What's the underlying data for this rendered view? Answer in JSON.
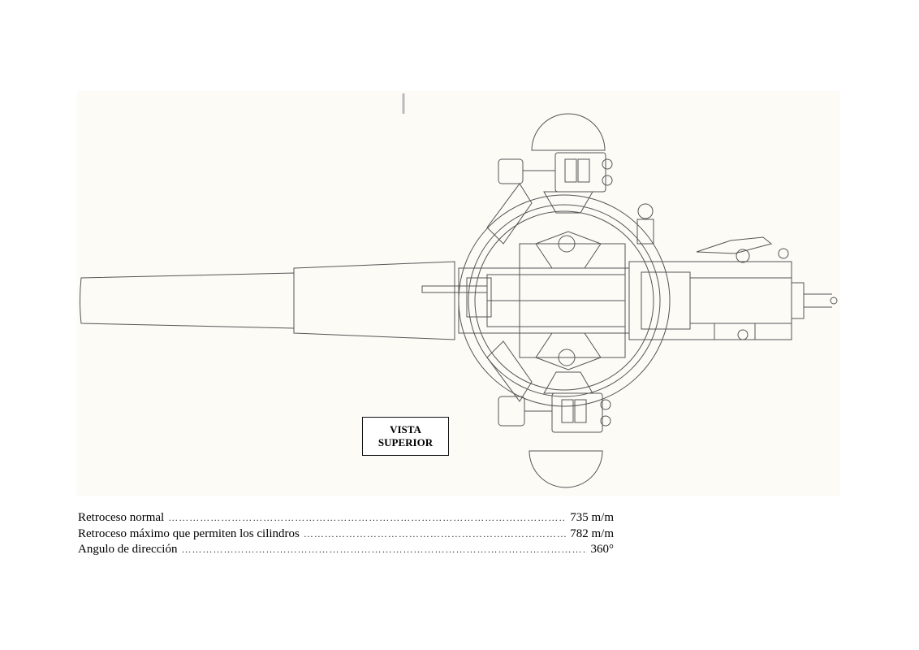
{
  "view_label": {
    "line1": "VISTA",
    "line2": "SUPERIOR"
  },
  "specs": [
    {
      "label": "Retroceso normal",
      "value": "735 m/m"
    },
    {
      "label": "Retroceso máximo que permiten los cilindros",
      "value": "782 m/m"
    },
    {
      "label": "Angulo de dirección",
      "value": "360°"
    }
  ],
  "colors": {
    "line": "#555555",
    "paper": "#fdfbf6"
  }
}
